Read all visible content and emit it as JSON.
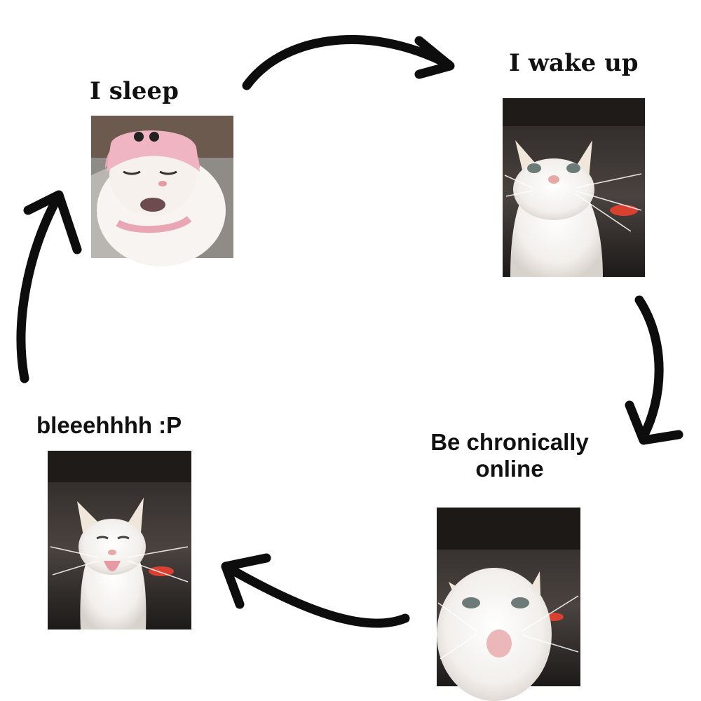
{
  "cycle": {
    "steps": [
      {
        "label": "I sleep",
        "photo_icon": "sleeping-cat-in-pink-hat"
      },
      {
        "label": "I wake up",
        "photo_icon": "cat-staring-at-camera"
      },
      {
        "label_line1": "Be chronically",
        "label_line2": "online",
        "photo_icon": "cat-close-up-face"
      },
      {
        "label": "bleeehhhh :P",
        "photo_icon": "cat-sticking-tongue-out"
      }
    ],
    "arrow_color": "#0d0d0d",
    "background": "#ffffff"
  }
}
